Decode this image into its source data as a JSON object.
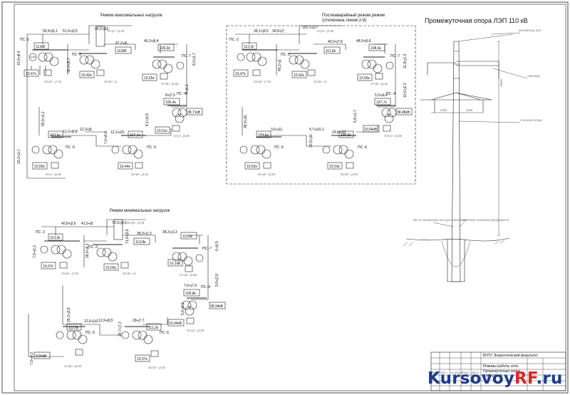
{
  "titles": {
    "max": "Режим максимальных нагрузок",
    "post": "Послеаварийный режим режим",
    "post_sub": "(отключена линия 2-8)",
    "min": "Режим минимальных нагрузок",
    "tower": "Промежуточная опора ЛЭП 110 кВ"
  },
  "max": {
    "flows": [
      "50,4+j5,1",
      "51,6+j3,5",
      "90,2+j15,",
      "15,9+j8,4",
      "36,9+j5,7",
      "47,2+j6,",
      "46,3+j6,4",
      "8,2+j1,7",
      "4+j1,1",
      "8+j7,0",
      "55,9+j1,2",
      "12,3+j9,",
      "8,1+j0,9",
      "12,2+j10,",
      "12,2+j9,8",
      "7,0+j6,6",
      "15,3+j1,7"
    ],
    "buses": [
      "112кВ",
      "106,9к",
      "110,1к",
      "107,7к",
      "106,4к",
      "38,71кВ"
    ],
    "lv": [
      "10,47к",
      "10,42к",
      "10,55к",
      "10,51к",
      "10,55к",
      "10,44к"
    ],
    "stations": [
      "ПС -2",
      "ПС -3",
      "ПС -7",
      "ПС -4",
      "ПС -5",
      "ПС -6"
    ],
    "loads": [
      "33+j6+..j7,03",
      "33+j8+..j4",
      "37+j8+..j5,55",
      "54+j+..j5,86",
      "54+j+..j5,69",
      "25+j8+..j4,84",
      "72+j4+..j4,09"
    ]
  },
  "post": {
    "flows": [
      "39,1+j9,5",
      "39,8+j7,",
      "102,1+j17",
      "45,2+j2",
      "49,0+j7,8",
      "48,9+j5,8",
      "11,8+j1,3",
      "10,5+j2,3",
      "5,5+j4,4",
      "48,5+j11",
      "3,6+j11,",
      "5,7+j10,1",
      "29,6+j10,",
      "5,8+j1,7",
      "30,5+j11"
    ],
    "buses": [
      "112,2к",
      "111,8к",
      "108,6к",
      "107,7к",
      "109,6к",
      "106,9к",
      "38,48кВ"
    ],
    "lv": [
      "10,47к",
      "10,42к",
      "10,55к",
      "10,54кВ",
      "10,55к",
      "10,53к"
    ],
    "stations": [
      "ПС -2",
      "ПС -3",
      "ПС -7",
      "ПС -4",
      "ПС -5",
      "ПС -6"
    ],
    "loads": [
      "33+j8+..j7,03",
      "33+j8+..j4",
      "37+j8+..j5,55",
      "54+j1+..j5,86",
      "55+j8+..j5,69",
      "26+j0+..j4,84",
      "12+j4+..j4,09"
    ]
  },
  "min": {
    "flows": [
      "40,8+j2,6",
      "41,5+j5",
      "72,6+j0,6",
      "7,5+j2,2",
      "71,6+j5,6",
      "38,9+j1,3",
      "38,3+j1,3",
      "28,6+j4,1",
      "6+j0,5",
      "5,9+j2,8",
      "7,6+j7,9",
      "5,6+j2,2",
      "29,3+j3,8",
      "12,6+j10,",
      "12,9+j9,5",
      "29+j7,7",
      "28,7+j7,3",
      "7,5+j4,3"
    ],
    "buses": [
      "113,3к",
      "113,8к",
      "111,6к",
      "109,8к",
      "112,6к",
      "111,2к",
      "38,94кВ"
    ],
    "lv": [
      "10,07к",
      "10,03к",
      "10,1кВ",
      "10,44кВ",
      "9,94кВ",
      "10,07к"
    ],
    "stations": [
      "ПС -2",
      "ПС -3",
      "ПС -7",
      "ПС -4",
      "ПС -5",
      "ПС -6"
    ],
    "loads": [
      "33+j8+..j7,03",
      "33+j8+..j4",
      "37+j8+..j5,55",
      "54+j1+..j5,86",
      "33+j8+..j5,69",
      "26+j0+..j4,84",
      "26+j8+..j4,09"
    ]
  },
  "tower": {
    "labels": [
      "молниезащ.трос",
      "гирлянда",
      "стальная опора",
      "место заземления контура заземления",
      "грунтовое основание фундамента"
    ],
    "dims": [
      "29500",
      "2000",
      "2000"
    ]
  },
  "title_block": {
    "org": "БНТУ Энергетический факультет",
    "lines": [
      "Режимы работы сети.",
      "Промежуточная опора",
      "ЛЭП 110 кВ"
    ],
    "cols": [
      "Изм.",
      "Лист",
      "№ докум.",
      "Подп.",
      "Дата"
    ]
  },
  "watermark": {
    "part1": "Kursovoy",
    "part2": "RF",
    "part3": ".ru"
  },
  "colors": {
    "line": "#222222",
    "brand_blue": "#1d3a8a",
    "brand_red": "#d9262b"
  }
}
